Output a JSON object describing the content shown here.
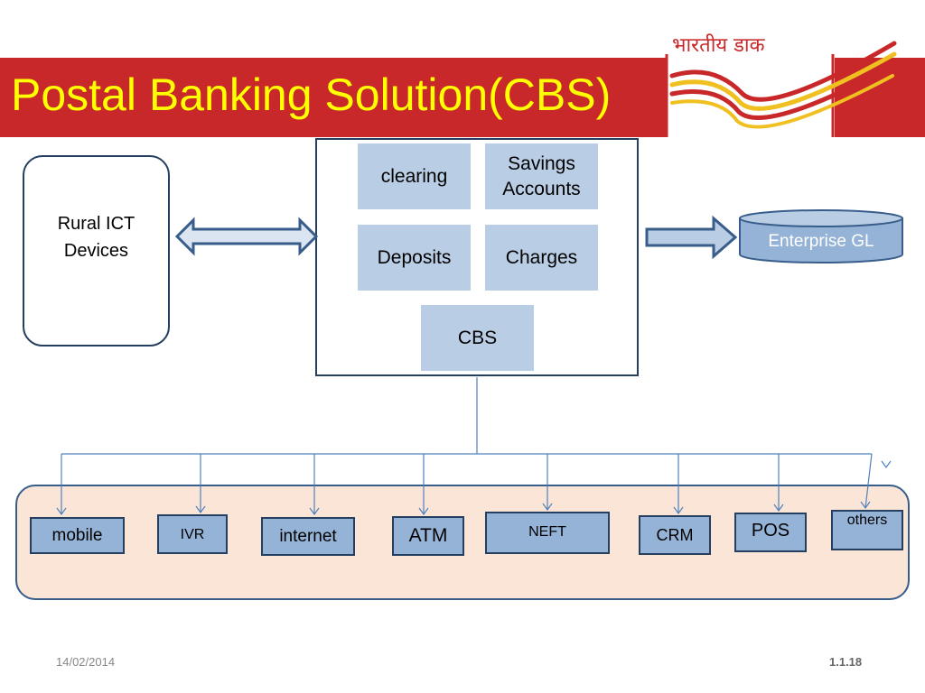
{
  "slide": {
    "title": "Postal Banking Solution(CBS)",
    "logo_text": "भारतीय डाक",
    "date": "14/02/2014",
    "slide_number": "1.1.18"
  },
  "diagram": {
    "rural_devices": "Rural ICT Devices",
    "cbs_modules": {
      "clearing": "clearing",
      "savings": "Savings Accounts",
      "deposits": "Deposits",
      "charges": "Charges",
      "cbs": "CBS"
    },
    "enterprise_gl": "Enterprise GL",
    "channels": [
      "mobile",
      "IVR",
      "internet",
      "ATM",
      "NEFT",
      "CRM",
      "POS",
      "others"
    ]
  },
  "colors": {
    "banner": "#c8282a",
    "title": "#ffff00",
    "module_fill": "#b9cde5",
    "channel_fill": "#95b3d7",
    "tray_fill": "#fbe5d6",
    "outline": "#243f60"
  }
}
